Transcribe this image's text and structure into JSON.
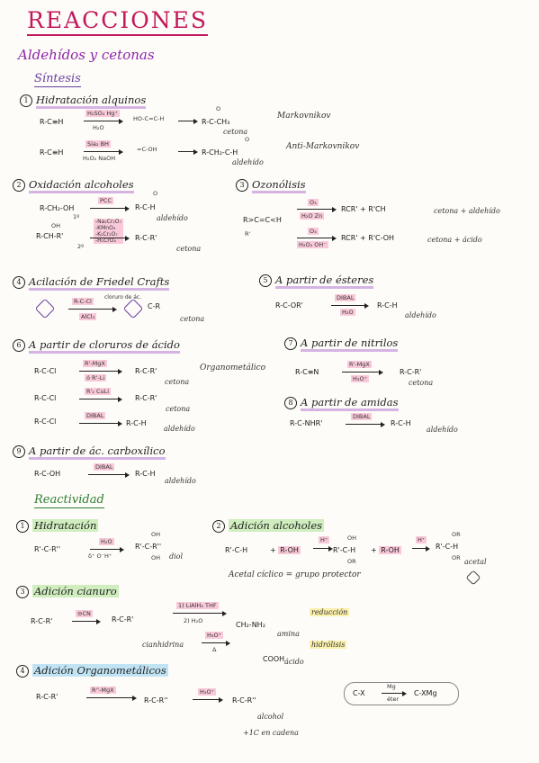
{
  "title": "REACCIONES",
  "subtitle": "Aldehídos y cetonas",
  "sintesis": {
    "header": "Síntesis",
    "s1": {
      "num": "1",
      "title": "Hidratación alquinos",
      "r1": {
        "reactant": "R-C≡H",
        "reagent1": "H₂SO₄ Hg⁺",
        "reagent2": "H₂O",
        "intermediate": "HO-C=C-H",
        "product": "R-C-CH₃",
        "product_o": "O",
        "product_name": "cetona",
        "rule": "Markovnikov"
      },
      "r2": {
        "reactant": "R-C≡H",
        "reagent1": "Sia₂ BH",
        "reagent2": "H₂O₂ NaOH",
        "intermediate": "=C-OH",
        "product": "R-CH₂-C-H",
        "product_o": "O",
        "product_name": "aldehído",
        "rule": "Anti-Markovnikov"
      }
    },
    "s2": {
      "num": "2",
      "title": "Oxidación alcoholes",
      "r1": {
        "reactant": "R-CH₂-OH",
        "tag": "1º",
        "reagent": "PCC",
        "product": "R-C-H",
        "product_o": "O",
        "product_name": "aldehído"
      },
      "r2": {
        "reactant": "R-CH-R'",
        "reactant_top": "OH",
        "tag": "2º",
        "reagents": [
          "-Na₂Cr₂O₇",
          "-KMnO₄",
          "-K₂Cr₂O₇",
          "-H₂CrO₄"
        ],
        "product": "R-C-R'",
        "product_name": "cetona"
      }
    },
    "s3": {
      "num": "3",
      "title": "Ozonólisis",
      "reactant": "R>C=C<H",
      "reactant_sub": "R'",
      "r1": {
        "reagent1": "O₃",
        "reagent2": "H₂O Zn",
        "product": "RCR' + R'CH",
        "product_name": "cetona + aldehído"
      },
      "r2": {
        "reagent1": "O₃",
        "reagent2": "H₂O₂ OH⁻",
        "product": "RCR' + R'C-OH",
        "product_name": "cetona + ácido"
      }
    },
    "s4": {
      "num": "4",
      "title": "Acilación de Friedel Crafts",
      "reagent1": "R-C-Cl",
      "reagent1_note": "cloruro de ác.",
      "reagent2": "AlCl₃",
      "product": "C-R",
      "product_name": "cetona"
    },
    "s5": {
      "num": "5",
      "title": "A partir de ésteres",
      "reactant": "R-C-OR'",
      "reagent1": "DIBAL",
      "reagent2": "H₂O",
      "product": "R-C-H",
      "product_name": "aldehído"
    },
    "s6": {
      "num": "6",
      "title": "A partir de cloruros de ácido",
      "r1": {
        "reactant": "R-C-Cl",
        "reagent1": "R'-MgX",
        "reagent2": "ó R'-Li",
        "product": "R-C-R'",
        "product_name": "cetona",
        "note": "Organometálico"
      },
      "r2": {
        "reactant": "R-C-Cl",
        "reagent": "R'₂ CuLi",
        "product": "R-C-R'",
        "product_name": "cetona"
      },
      "r3": {
        "reactant": "R-C-Cl",
        "reagent": "DIBAL",
        "product": "R-C-H",
        "product_name": "aldehído"
      }
    },
    "s7": {
      "num": "7",
      "title": "A partir de nitrilos",
      "reactant": "R-C≡N",
      "reagent1": "R'-MgX",
      "reagent2": "H₃O⁺",
      "product": "R-C-R'",
      "product_name": "cetona"
    },
    "s8": {
      "num": "8",
      "title": "A partir de amidas",
      "reactant": "R-C-NHR'",
      "reagent": "DIBAL",
      "product": "R-C-H",
      "product_name": "aldehído"
    },
    "s9": {
      "num": "9",
      "title": "A partir de ác. carboxílico",
      "reactant": "R-C-OH",
      "reagent": "DIBAL",
      "product": "R-C-H",
      "product_name": "aldehído"
    }
  },
  "reactividad": {
    "header": "Reactividad",
    "r1": {
      "num": "1",
      "title": "Hidratación",
      "reactant": "R'-C-R''",
      "reagent1": "H₂O",
      "reagent2": "δ⁺ O⁻H⁺",
      "product": "R'-C-R''",
      "product_top": "OH",
      "product_bottom": "OH",
      "product_name": "diol"
    },
    "r2": {
      "num": "2",
      "title": "Adición alcoholes",
      "reactant": "R'-C-H",
      "reagent": "R-OH",
      "catalyst": "H⁺",
      "intermediate": "R'-C-H",
      "intermediate_top": "OH",
      "intermediate_bottom": "OR",
      "product": "R'-C-H",
      "product_top": "OR",
      "product_bottom": "OR",
      "product_name": "acetal",
      "note": "Acetal cíclico = grupo protector"
    },
    "r3": {
      "num": "3",
      "title": "Adición cianuro",
      "reactant": "R-C-R'",
      "reagent": "⊖CN",
      "intermediate": "R-C-R'",
      "intermediate_name": "cianhidrina",
      "path1": {
        "reagent1": "1) LiAlH₄ THF",
        "reagent2": "2) H₂O",
        "product": "CH₂-NH₂",
        "product_name": "amina",
        "label": "reducción"
      },
      "path2": {
        "reagent1": "H₃O⁺",
        "reagent2": "Δ",
        "product": "COOH",
        "product_name": "ácido",
        "label": "hidrólisis"
      }
    },
    "r4": {
      "num": "4",
      "title": "Adición Organometálicos",
      "reactant": "R-C-R'",
      "reagent1": "R''-MgX",
      "intermediate": "R-C-R''",
      "reagent2": "H₃O⁺",
      "product": "R-C-R''",
      "product_name": "alcohol",
      "note": "+1C en cadena",
      "grignard": {
        "left": "C-X",
        "reagent": "Mg",
        "solvent": "éter",
        "right": "C-XMg"
      }
    }
  }
}
